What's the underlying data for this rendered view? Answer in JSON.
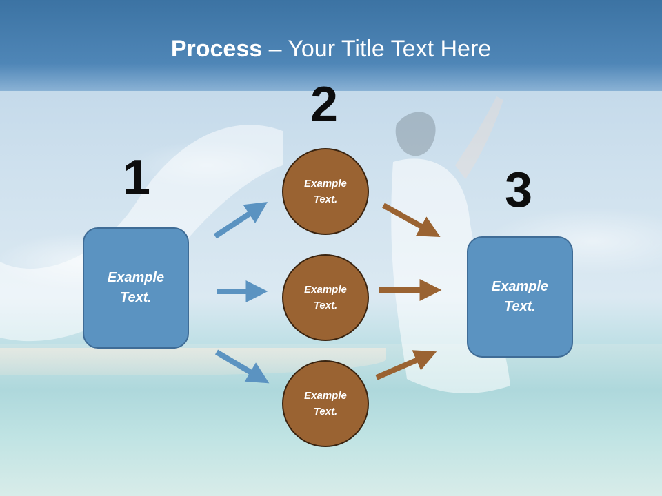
{
  "slide": {
    "title_bold": "Process",
    "title_rest": " – Your Title Text Here",
    "step_numbers": [
      "1",
      "2",
      "3"
    ],
    "left_box": {
      "text": "Example\nText."
    },
    "right_box": {
      "text": "Example\nText."
    },
    "circles": [
      {
        "text": "Example\nText."
      },
      {
        "text": "Example\nText."
      },
      {
        "text": "Example\nText."
      }
    ],
    "colors": {
      "title_band": "#3c73a3",
      "box_fill": "#5b93c1",
      "circle_fill": "#9a6332",
      "arrow_blue": "#5b93c1",
      "arrow_brown": "#9a6332"
    }
  }
}
